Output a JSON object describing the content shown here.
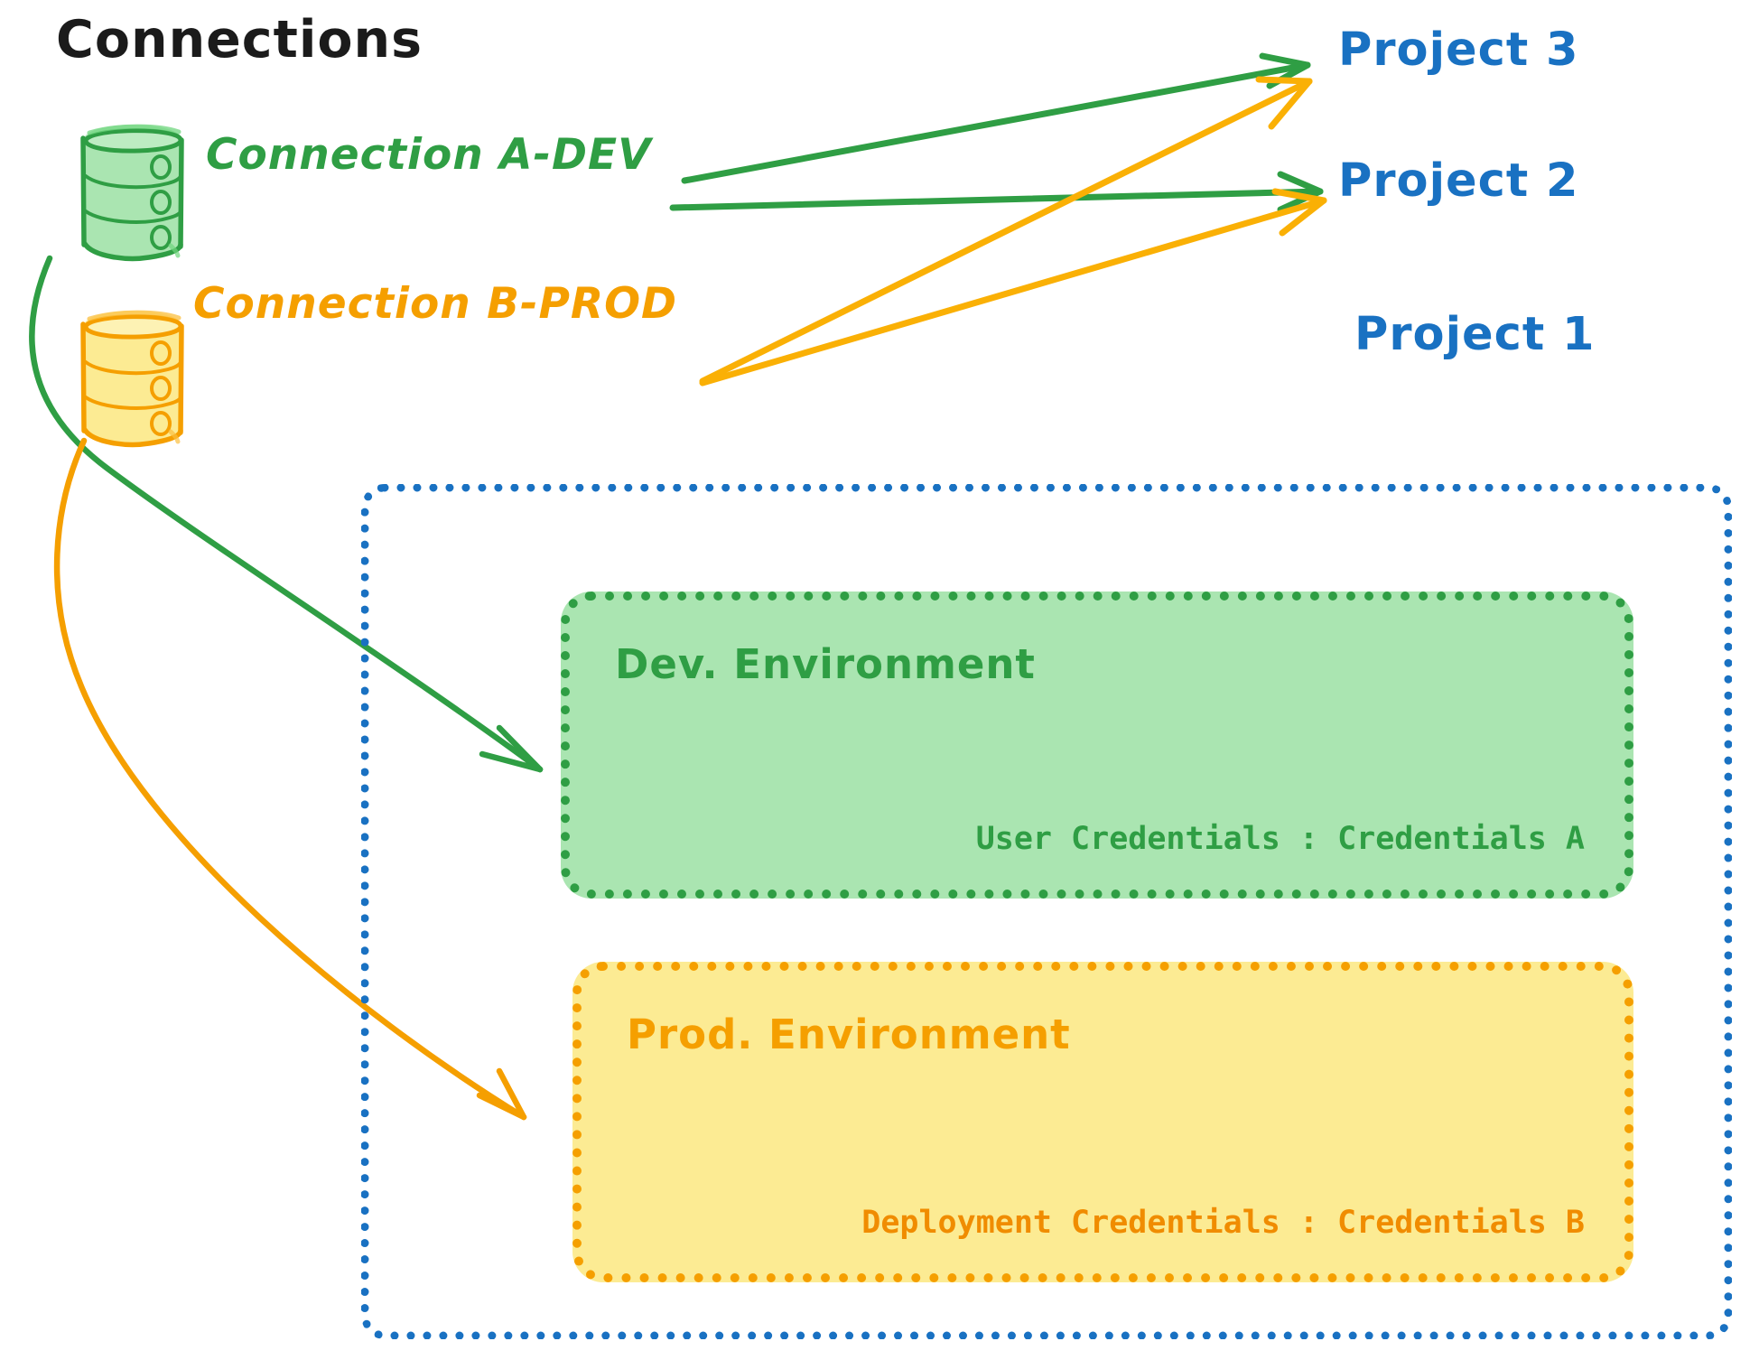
{
  "diagram": {
    "title": "Connections",
    "connections": [
      {
        "id": "conn-a-dev",
        "label": "Connection A-DEV",
        "color": "#2f9e44",
        "icon": "database-cylinder-icon"
      },
      {
        "id": "conn-b-prod",
        "label": "Connection B-PROD",
        "color": "#f59f00",
        "icon": "database-cylinder-icon"
      }
    ],
    "projects": [
      {
        "id": "project-3",
        "label": "Project 3",
        "color": "#1971c2"
      },
      {
        "id": "project-2",
        "label": "Project 2",
        "color": "#1971c2"
      },
      {
        "id": "project-1",
        "label": "Project 1",
        "color": "#1971c2"
      }
    ],
    "environments": [
      {
        "id": "dev-environment",
        "title": "Dev. Environment",
        "credentials": "User Credentials : Credentials A",
        "fill": "#aae5b1",
        "stroke": "#2f9e44"
      },
      {
        "id": "prod-environment",
        "title": "Prod. Environment",
        "credentials": "Deployment Credentials : Credentials B",
        "fill": "#fceb93",
        "stroke": "#f59f00"
      }
    ],
    "colors": {
      "green": "#2f9e44",
      "green_fill": "#aae5b1",
      "orange": "#f59f00",
      "orange_dark": "#f08c00",
      "yellow_fill": "#fceb93",
      "blue": "#1971c2",
      "text_black": "#1b1b1b",
      "background": "#ffffff"
    }
  }
}
